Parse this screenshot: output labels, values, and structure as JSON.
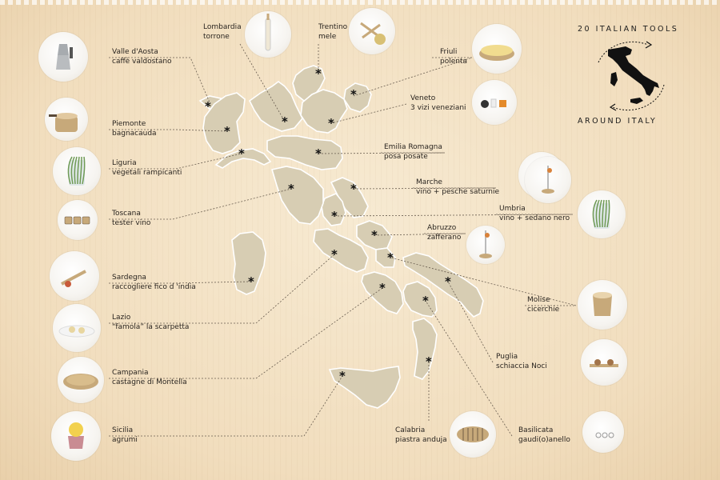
{
  "header": {
    "title_top": "20 ITALIAN TOOLS",
    "title_bottom": "AROUND ITALY",
    "logo_icon": "italy-map-circular-arrows-icon"
  },
  "colors": {
    "background": "#f4e3c6",
    "region_fill": "#d7cdb3",
    "marker": "#111111",
    "text": "#2a2520"
  },
  "regions": [
    {
      "id": "valle-d-aosta",
      "region": "Valle d'Aosta",
      "tool": "caffè valdostano",
      "icon": "moka-pot-icon"
    },
    {
      "id": "lombardia",
      "region": "Lombardia",
      "tool": "torrone",
      "icon": "torrone-stick-icon"
    },
    {
      "id": "trentino",
      "region": "Trentino",
      "tool": "mele",
      "icon": "apple-tool-icon"
    },
    {
      "id": "friuli",
      "region": "Friuli",
      "tool": "polenta",
      "icon": "polenta-board-icon"
    },
    {
      "id": "veneto",
      "region": "Veneto",
      "tool": "3 vizi veneziani",
      "icon": "three-vices-icon"
    },
    {
      "id": "piemonte",
      "region": "Piemonte",
      "tool": "bagnacauda",
      "icon": "bagnacauda-pot-icon"
    },
    {
      "id": "liguria",
      "region": "Liguria",
      "tool": "vegetali rampicanti",
      "icon": "climbing-plant-icon"
    },
    {
      "id": "emilia-romagna",
      "region": "Emilia Romagna",
      "tool": "posa posate",
      "icon": "cutlery-rest-icon"
    },
    {
      "id": "marche",
      "region": "Marche",
      "tool": "vino + pesche saturnie",
      "icon": "wine-peach-icon"
    },
    {
      "id": "umbria",
      "region": "Umbria",
      "tool": "vino + sedano nero",
      "icon": "wine-celery-icon"
    },
    {
      "id": "toscana",
      "region": "Toscana",
      "tool": "tester vino",
      "icon": "wine-tester-icon"
    },
    {
      "id": "abruzzo",
      "region": "Abruzzo",
      "tool": "zafferano",
      "icon": "saffron-tool-icon"
    },
    {
      "id": "sardegna",
      "region": "Sardegna",
      "tool": "raccogliere fico d 'india",
      "icon": "prickly-pear-picker-icon"
    },
    {
      "id": "molise",
      "region": "Molise",
      "tool": "cicerchie",
      "icon": "cicerchie-jar-icon"
    },
    {
      "id": "lazio",
      "region": "Lazio",
      "tool": "“famola” la scarpetta",
      "icon": "scarpetta-plate-icon"
    },
    {
      "id": "puglia",
      "region": "Puglia",
      "tool": "schiaccia Noci",
      "icon": "nutcracker-icon"
    },
    {
      "id": "campania",
      "region": "Campania",
      "tool": "castagne di Montella",
      "icon": "chestnut-pan-icon"
    },
    {
      "id": "sicilia",
      "region": "Sicilia",
      "tool": "agrumi",
      "icon": "citrus-press-icon"
    },
    {
      "id": "calabria",
      "region": "Calabria",
      "tool": "piastra anduja",
      "icon": "anduja-plate-icon"
    },
    {
      "id": "basilicata",
      "region": "Basilicata",
      "tool": "gaudi(o)anello",
      "icon": "ring-tool-icon"
    }
  ]
}
